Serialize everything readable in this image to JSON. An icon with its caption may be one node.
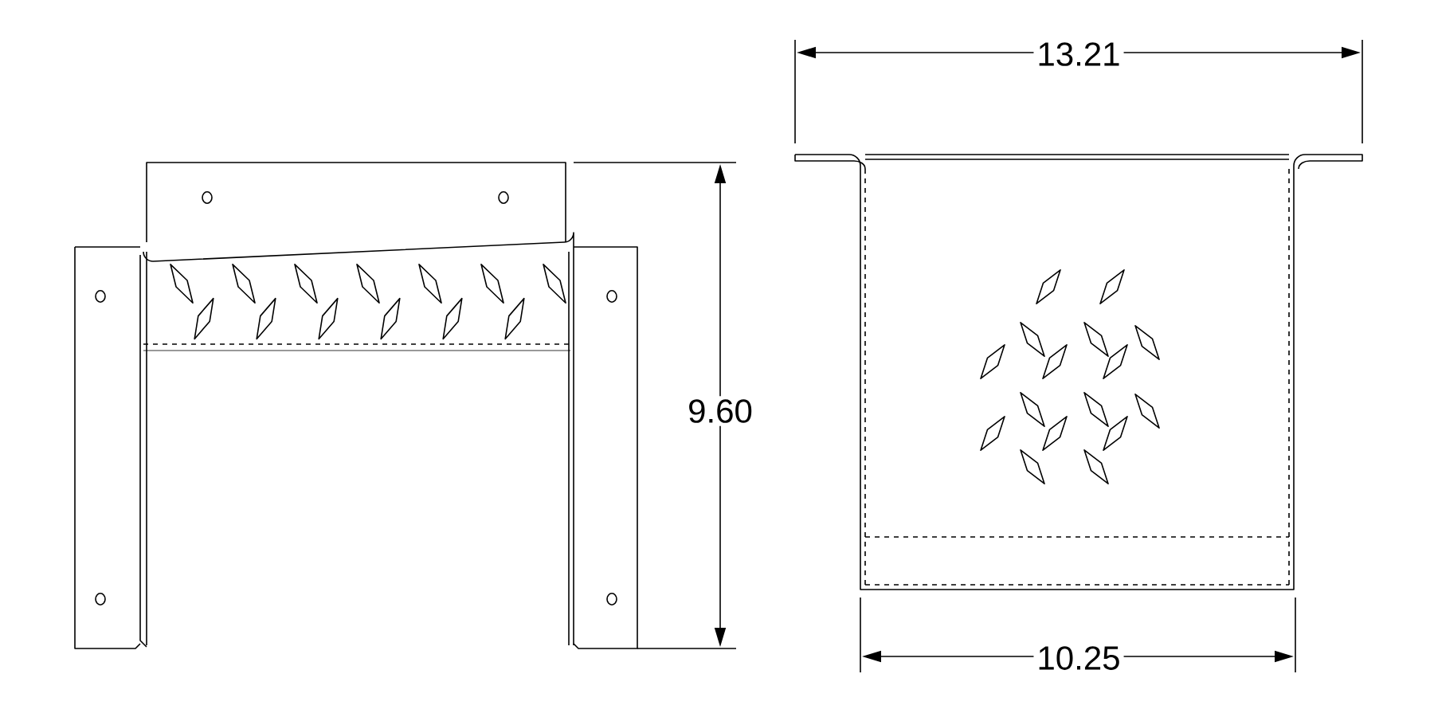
{
  "diagram": {
    "labels": [
      "13.21",
      "9.60",
      "10.25"
    ]
  }
}
